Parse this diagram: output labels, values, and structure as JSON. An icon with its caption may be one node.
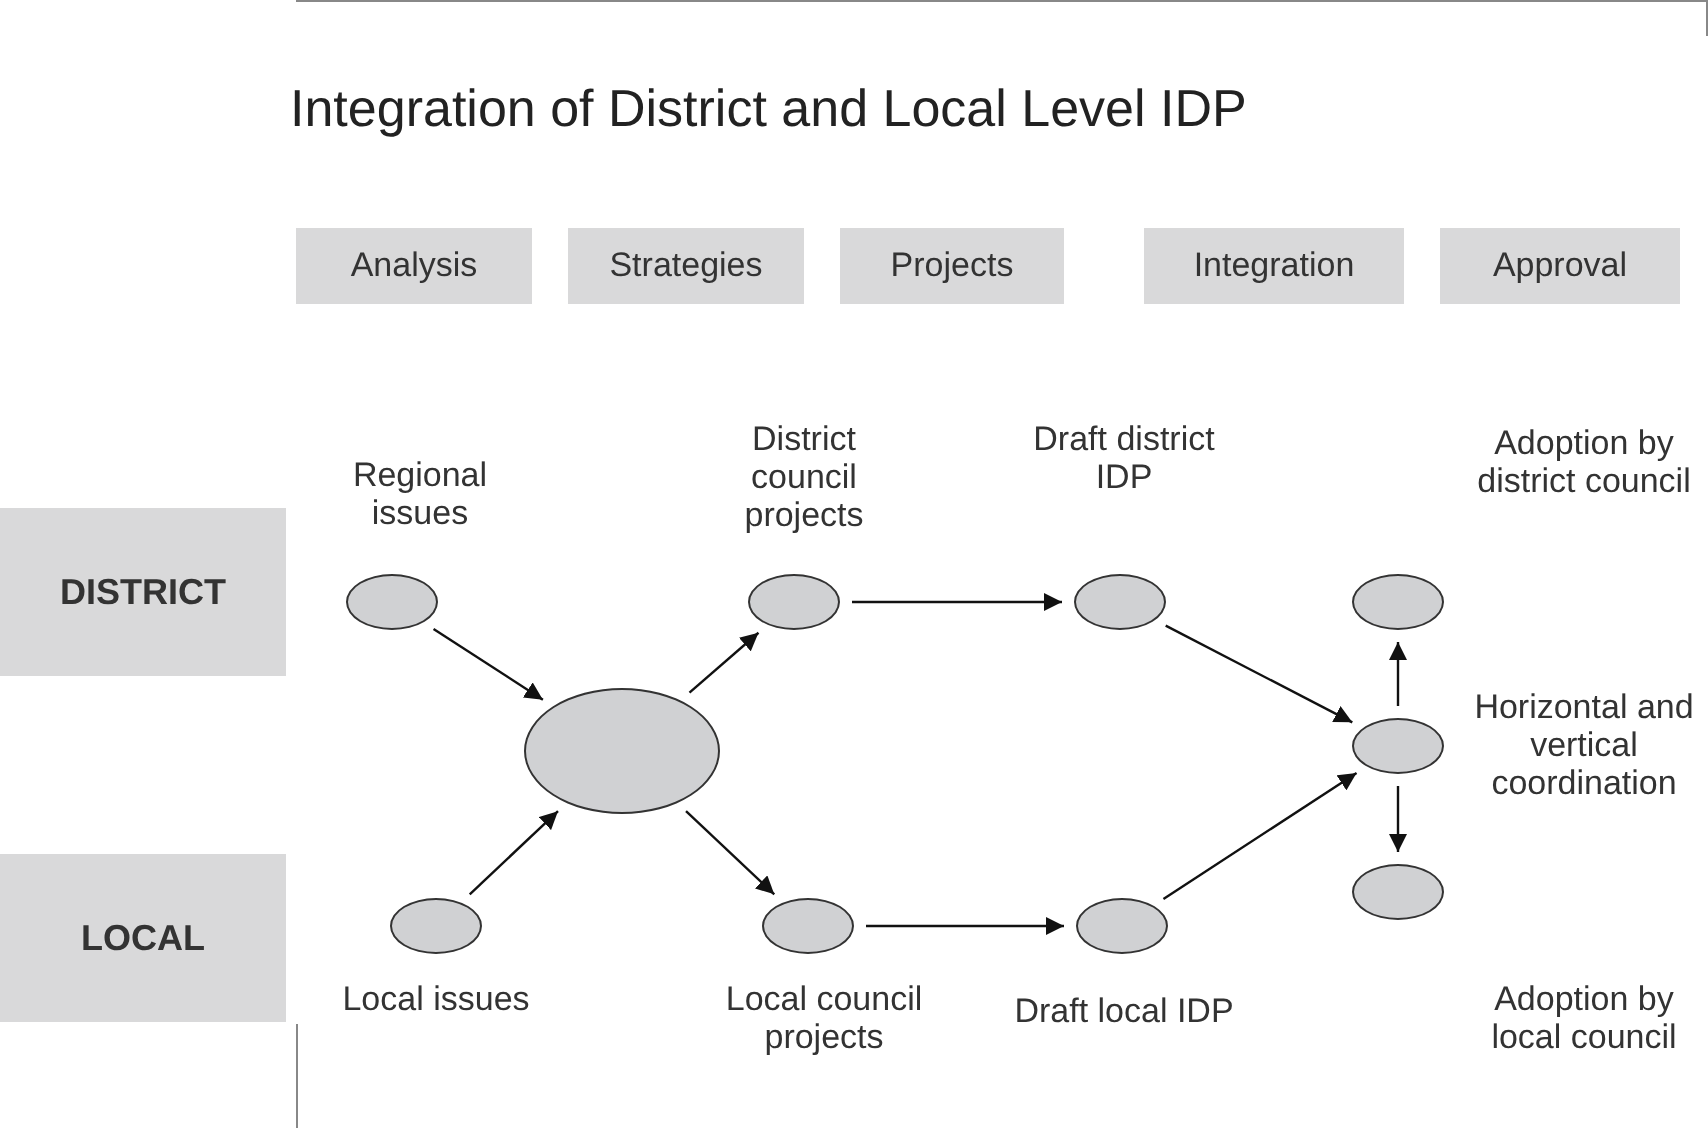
{
  "diagram": {
    "title": "Integration of District and Local Level IDP",
    "nodes": [
      {
        "text": [
          "Analysis"
        ]
      },
      {
        "text": [
          "Strategies"
        ]
      },
      {
        "text": [
          "Projects"
        ]
      },
      {
        "text": [
          "Integration"
        ]
      },
      {
        "text": [
          "Approval"
        ]
      },
      {
        "text": [
          "DISTRICT"
        ]
      },
      {
        "text": [
          "LOCAL"
        ]
      },
      {
        "text": [],
        "shape": "ellipse",
        "beside": [
          "Regional issues"
        ]
      },
      {
        "text": [],
        "shape": "ellipse",
        "beside": [
          "Local issues"
        ]
      },
      {
        "text": [],
        "shape": "ellipse"
      },
      {
        "text": [],
        "shape": "ellipse",
        "beside": [
          "District council projects"
        ]
      },
      {
        "text": [],
        "shape": "ellipse",
        "beside": [
          "Local council projects"
        ]
      },
      {
        "text": [],
        "shape": "ellipse",
        "beside": [
          "Draft district IDP"
        ]
      },
      {
        "text": [],
        "shape": "ellipse",
        "beside": [
          "Draft local IDP"
        ]
      },
      {
        "text": [],
        "shape": "ellipse",
        "beside": [
          "Horizontal and vertical coordination"
        ]
      },
      {
        "text": [],
        "shape": "ellipse",
        "beside": [
          "Adoption by district council"
        ]
      },
      {
        "text": [],
        "shape": "ellipse",
        "beside": [
          "Adoption by local council"
        ]
      }
    ],
    "edges": [
      {
        "from": 7,
        "to": 9,
        "arrow": "to"
      },
      {
        "from": 8,
        "to": 9,
        "arrow": "to"
      },
      {
        "from": 9,
        "to": 10,
        "arrow": "to"
      },
      {
        "from": 9,
        "to": 11,
        "arrow": "to"
      },
      {
        "from": 10,
        "to": 12,
        "arrow": "to"
      },
      {
        "from": 11,
        "to": 13,
        "arrow": "to"
      },
      {
        "from": 12,
        "to": 14,
        "arrow": "to"
      },
      {
        "from": 13,
        "to": 14,
        "arrow": "to"
      },
      {
        "from": 14,
        "to": 15,
        "arrow": "to"
      },
      {
        "from": 14,
        "to": 16,
        "arrow": "to"
      }
    ]
  }
}
